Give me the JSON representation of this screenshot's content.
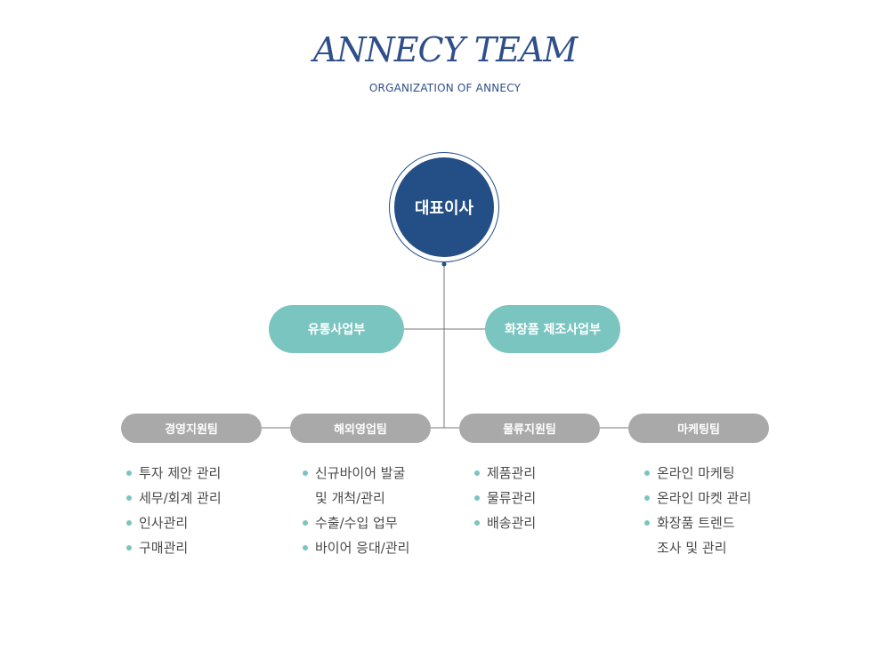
{
  "header": {
    "title": "ANNECY TEAM",
    "subtitle": "ORGANIZATION OF ANNECY"
  },
  "ceo": {
    "label": "대표이사"
  },
  "divisions": [
    {
      "label": "유통사업부"
    },
    {
      "label": "화장품 제조사업부"
    }
  ],
  "teams": [
    {
      "label": "경영지원팀",
      "duties": [
        "투자 제안 관리",
        "세무/회계 관리",
        "인사관리",
        "구매관리"
      ]
    },
    {
      "label": "해외영업팀",
      "duties": [
        "신규바이어 발굴",
        "및 개척/관리",
        "수출/수입 업무",
        "바이어 응대/관리"
      ]
    },
    {
      "label": "물류지원팀",
      "duties": [
        "제품관리",
        "물류관리",
        "배송관리"
      ]
    },
    {
      "label": "마케팅팀",
      "duties": [
        "온라인 마케팅",
        "온라인 마켓 관리",
        "화장품 트렌드",
        "조사 및 관리"
      ]
    }
  ],
  "colors": {
    "brand": "#2f4f8a",
    "ceo_fill": "#234f86",
    "division_fill": "#7bc5c0",
    "team_fill": "#a9a9a9",
    "bullet": "#7bc5c0",
    "connector": "#777777"
  }
}
